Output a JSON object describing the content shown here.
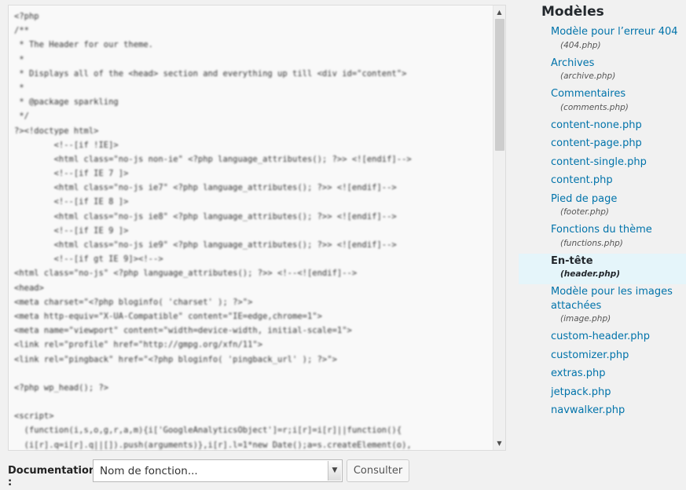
{
  "editor": {
    "code_lines": [
      "<?php",
      "/**",
      " * The Header for our theme.",
      " *",
      " * Displays all of the <head> section and everything up till <div id=\"content\">",
      " *",
      " * @package sparkling",
      " */",
      "?><!doctype html>",
      "        <!--[if !IE]>",
      "        <html class=\"no-js non-ie\" <?php language_attributes(); ?>> <![endif]-->",
      "        <!--[if IE 7 ]>",
      "        <html class=\"no-js ie7\" <?php language_attributes(); ?>> <![endif]-->",
      "        <!--[if IE 8 ]>",
      "        <html class=\"no-js ie8\" <?php language_attributes(); ?>> <![endif]-->",
      "        <!--[if IE 9 ]>",
      "        <html class=\"no-js ie9\" <?php language_attributes(); ?>> <![endif]-->",
      "        <!--[if gt IE 9]><!-->",
      "<html class=\"no-js\" <?php language_attributes(); ?>> <!--<![endif]-->",
      "<head>",
      "<meta charset=\"<?php bloginfo( 'charset' ); ?>\">",
      "<meta http-equiv=\"X-UA-Compatible\" content=\"IE=edge,chrome=1\">",
      "<meta name=\"viewport\" content=\"width=device-width, initial-scale=1\">",
      "<link rel=\"profile\" href=\"http://gmpg.org/xfn/11\">",
      "<link rel=\"pingback\" href=\"<?php bloginfo( 'pingback_url' ); ?>\">",
      "",
      "<?php wp_head(); ?>",
      "",
      "<script>",
      "  (function(i,s,o,g,r,a,m){i['GoogleAnalyticsObject']=r;i[r]=i[r]||function(){",
      "  (i[r].q=i[r].q||[]).push(arguments)},i[r].l=1*new Date();a=s.createElement(o),"
    ],
    "scroll_up_icon": "triangle-up-icon",
    "scroll_down_icon": "triangle-down-icon"
  },
  "documentation": {
    "label": "Documentation :",
    "select_value": "Nom de fonction...",
    "select_icon": "chevron-down-icon",
    "button_label": "Consulter"
  },
  "sidebar": {
    "title": "Modèles",
    "templates": [
      {
        "name": "Modèle pour l’erreur 404",
        "file": "(404.php)"
      },
      {
        "name": "Archives",
        "file": "(archive.php)"
      },
      {
        "name": "Commentaires",
        "file": "(comments.php)"
      },
      {
        "name": "content-none.php"
      },
      {
        "name": "content-page.php"
      },
      {
        "name": "content-single.php"
      },
      {
        "name": "content.php"
      },
      {
        "name": "Pied de page",
        "file": "(footer.php)"
      },
      {
        "name": "Fonctions du thème",
        "file": "(functions.php)"
      },
      {
        "name": "En-tête",
        "file": "(header.php)",
        "active": true
      },
      {
        "name": "Modèle pour les images attachées",
        "file": "(image.php)"
      },
      {
        "name": "custom-header.php"
      },
      {
        "name": "customizer.php"
      },
      {
        "name": "extras.php"
      },
      {
        "name": "jetpack.php"
      },
      {
        "name": "navwalker.php"
      }
    ]
  },
  "colors": {
    "link": "#0073aa",
    "active_bg": "#e5f5fa",
    "page_bg": "#f1f1f1"
  }
}
